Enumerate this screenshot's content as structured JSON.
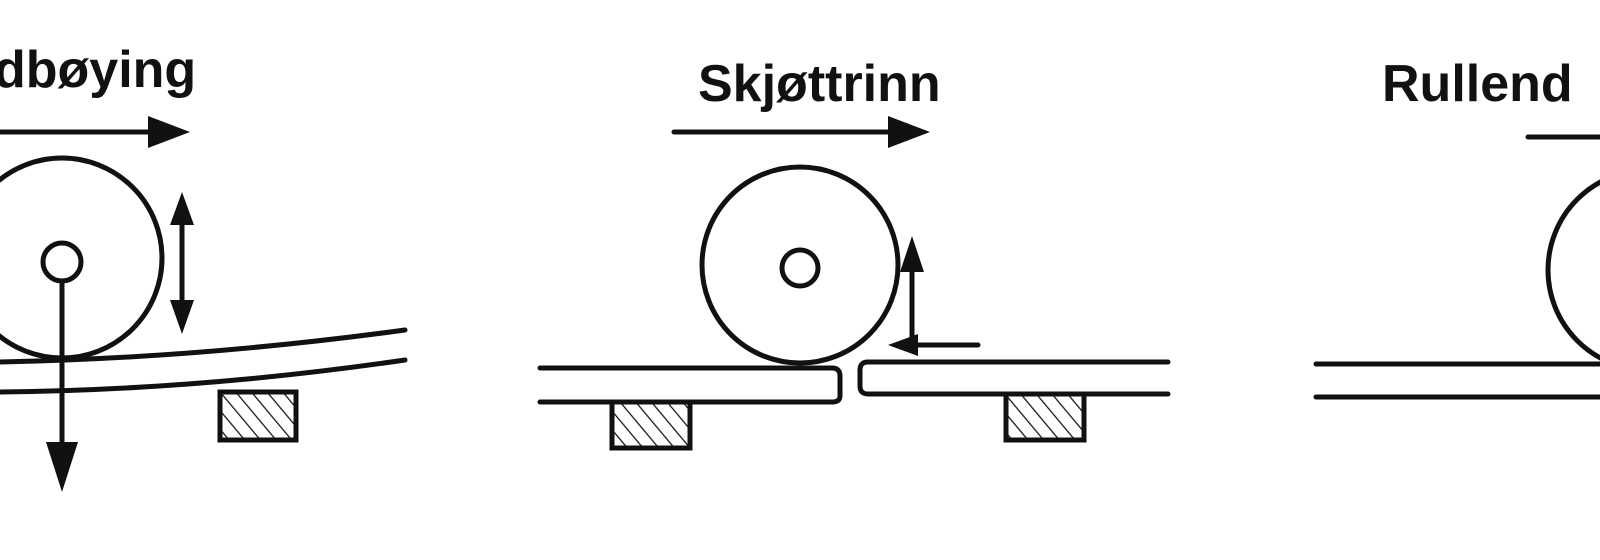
{
  "panels": [
    {
      "title": "dbøying"
    },
    {
      "title": "Skjøttrinn"
    },
    {
      "title": "Rullend"
    }
  ],
  "colors": {
    "ink": "#111111",
    "background": "#ffffff"
  }
}
